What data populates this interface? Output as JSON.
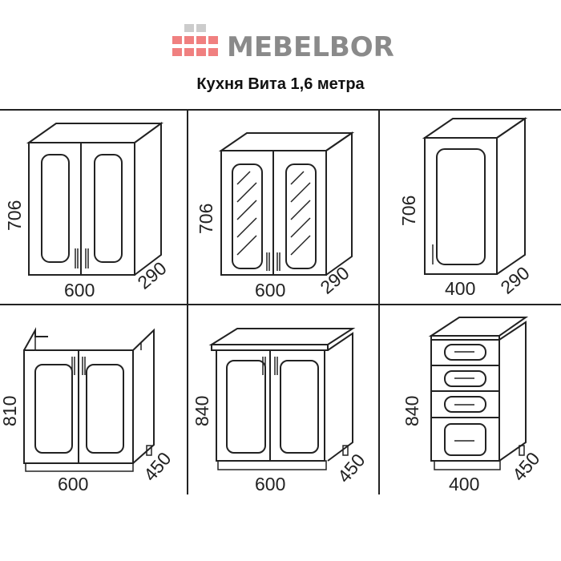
{
  "title": "Кухня Вита 1,6 метра",
  "watermark": "MEBELBOR",
  "cabinets": [
    {
      "type": "wall cabinet, 2 solid doors",
      "height": "706",
      "width": "600",
      "depth": "290"
    },
    {
      "type": "wall cabinet, 2 glass doors",
      "height": "706",
      "width": "600",
      "depth": "290"
    },
    {
      "type": "wall cabinet, 1 door",
      "height": "706",
      "width": "400",
      "depth": "290"
    },
    {
      "type": "sink base cabinet, 2 doors",
      "height": "810",
      "width": "600",
      "depth": "450"
    },
    {
      "type": "base cabinet, 2 doors",
      "height": "840",
      "width": "600",
      "depth": "450"
    },
    {
      "type": "base cabinet, 4 drawers",
      "height": "840",
      "width": "400",
      "depth": "450"
    }
  ]
}
